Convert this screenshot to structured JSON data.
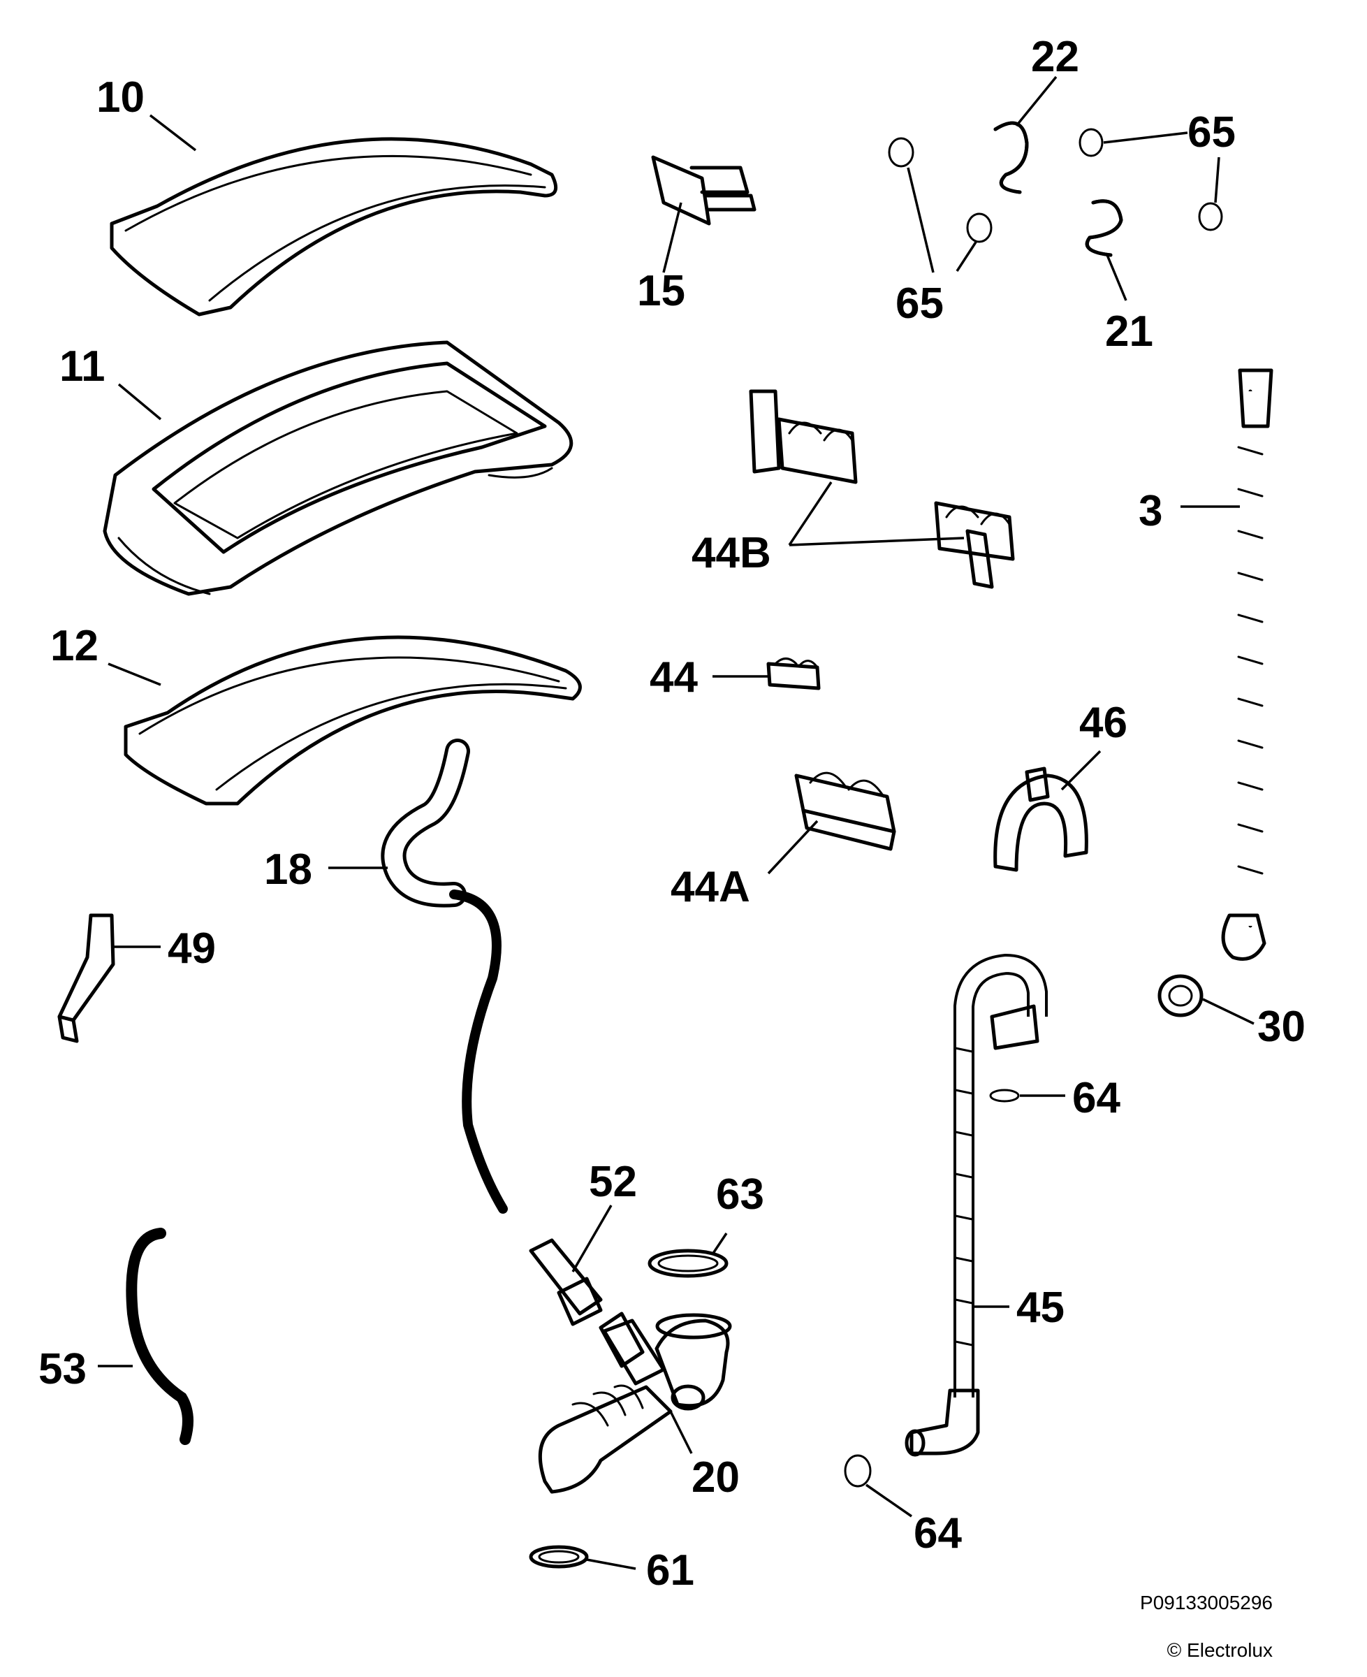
{
  "callouts": {
    "p10": "10",
    "p11": "11",
    "p12": "12",
    "p15": "15",
    "p22": "22",
    "p65a": "65",
    "p65b": "65",
    "p21": "21",
    "p3": "3",
    "p44b": "44B",
    "p44": "44",
    "p46": "46",
    "p44a": "44A",
    "p18": "18",
    "p49": "49",
    "p30": "30",
    "p64a": "64",
    "p52": "52",
    "p63": "63",
    "p45": "45",
    "p53": "53",
    "p20": "20",
    "p64b": "64",
    "p61": "61"
  },
  "footer": {
    "drawing_code": "P09133005296",
    "copyright": "© Electrolux"
  },
  "colors": {
    "ink": "#000000",
    "paper": "#ffffff"
  }
}
